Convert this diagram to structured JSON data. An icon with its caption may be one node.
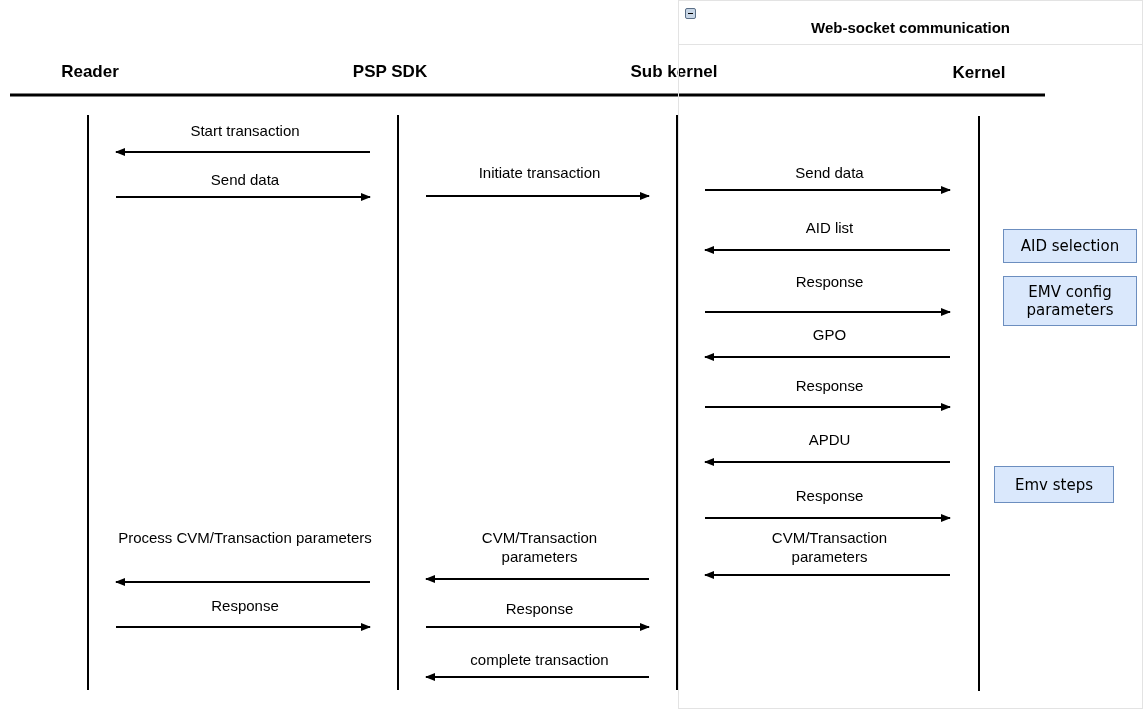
{
  "diagram": {
    "nodes": [
      {
        "text": [
          "Reader"
        ]
      },
      {
        "text": [
          "PSP SDK"
        ]
      },
      {
        "text": [
          "Sub kernel"
        ]
      },
      {
        "text": [
          "Kernel"
        ],
        "in": 4
      },
      {
        "text": [
          "Web-socket communication"
        ]
      },
      {
        "text": [
          "AID selection"
        ],
        "in": 4
      },
      {
        "text": [
          "EMV config parameters"
        ],
        "in": 4
      },
      {
        "text": [
          "Emv steps"
        ],
        "in": 4
      }
    ],
    "edges": [
      {
        "from": 1,
        "to": 0,
        "arrow": "to",
        "label": "Start transaction"
      },
      {
        "from": 0,
        "to": 1,
        "arrow": "to",
        "label": "Send data"
      },
      {
        "from": 1,
        "to": 2,
        "arrow": "to",
        "label": "Initiate transaction"
      },
      {
        "from": 2,
        "to": 3,
        "arrow": "to",
        "label": "Send data"
      },
      {
        "from": 3,
        "to": 2,
        "arrow": "to",
        "label": "AID list"
      },
      {
        "from": 2,
        "to": 3,
        "arrow": "to",
        "label": "Response"
      },
      {
        "from": 3,
        "to": 2,
        "arrow": "to",
        "label": "GPO"
      },
      {
        "from": 2,
        "to": 3,
        "arrow": "to",
        "label": "Response"
      },
      {
        "from": 3,
        "to": 2,
        "arrow": "to",
        "label": "APDU"
      },
      {
        "from": 2,
        "to": 3,
        "arrow": "to",
        "label": "Response"
      },
      {
        "from": 3,
        "to": 2,
        "arrow": "to",
        "label": "CVM/Transaction parameters"
      },
      {
        "from": 2,
        "to": 1,
        "arrow": "to",
        "label": "CVM/Transaction parameters"
      },
      {
        "from": 1,
        "to": 0,
        "arrow": "to",
        "label": "Process CVM/Transaction parameters"
      },
      {
        "from": 0,
        "to": 1,
        "arrow": "to",
        "label": "Response"
      },
      {
        "from": 1,
        "to": 2,
        "arrow": "to",
        "label": "Response"
      },
      {
        "from": 2,
        "to": 1,
        "arrow": "to",
        "label": "complete transaction"
      }
    ]
  }
}
